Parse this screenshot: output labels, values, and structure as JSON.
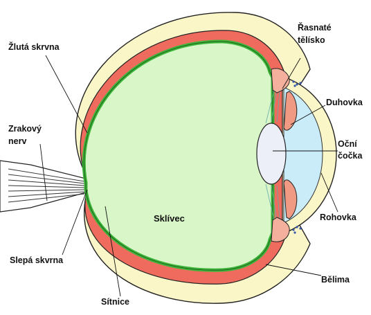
{
  "labels": {
    "macula": "Žlutá skrvna",
    "ciliary_line1": "Řasnaté",
    "ciliary_line2": "tělísko",
    "iris": "Duhovka",
    "optic_nerve_line1": "Zrakový",
    "optic_nerve_line2": "nerv",
    "lens_line1": "Oční",
    "lens_line2": "čočka",
    "vitreous": "Sklívec",
    "cornea": "Rohovka",
    "blind_spot": "Slepá skvrna",
    "sclera": "Bělima",
    "retina": "Sítnice"
  },
  "colors": {
    "sclera": "#fbf6c8",
    "choroid": "#ee6b5e",
    "retina": "#3db53a",
    "vitreous": "#d8f6c8",
    "cornea": "#c9ecf8",
    "iris": "#f09a84",
    "lens": "#eceef8",
    "ciliary": "#f4b09c",
    "outline": "#222222"
  }
}
